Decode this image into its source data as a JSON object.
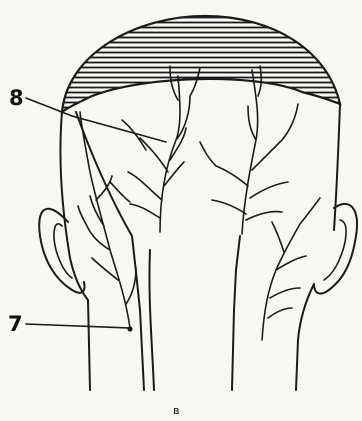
{
  "labels": {
    "vessel_8": "8",
    "vessel_7": "7"
  },
  "caption": "в",
  "colors": {
    "ink": "#1b1b1b",
    "paper": "#f7f7f4"
  }
}
